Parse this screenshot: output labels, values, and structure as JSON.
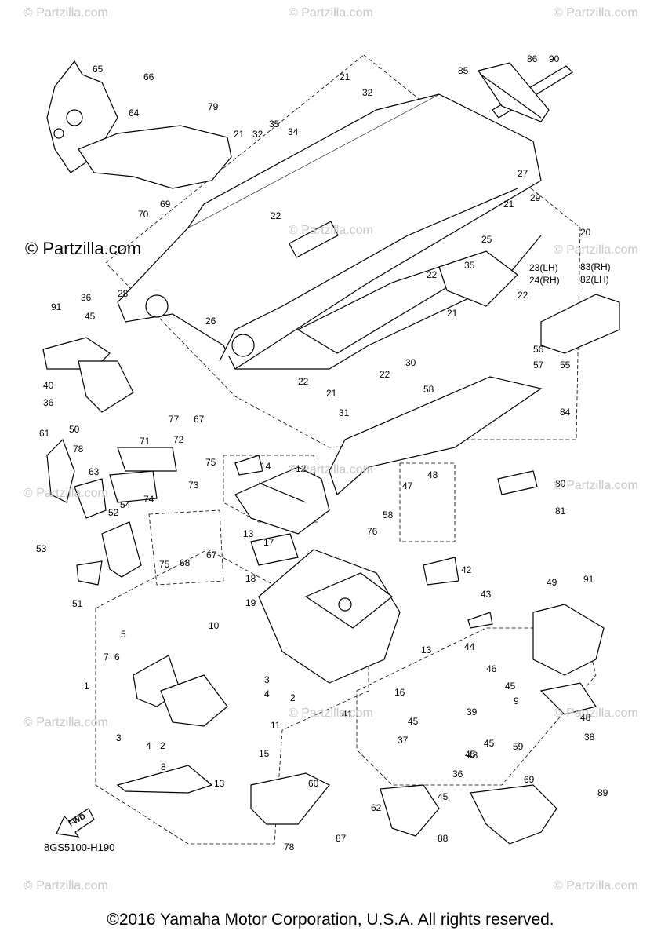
{
  "watermarks": [
    "© Partzilla.com",
    "© Partzilla.com",
    "© Partzilla.com",
    "© Partzilla.com",
    "© Partzilla.com",
    "© Partzilla.com",
    "© Partzilla.com",
    "© Partzilla.com",
    "© Partzilla.com",
    "© Partzilla.com",
    "© Partzilla.com",
    "© Partzilla.com",
    "© Partzilla.com"
  ],
  "brand": "© Partzilla.com",
  "diagram_code": "8GS5100-H190",
  "fwd_label": "FWD",
  "copyright": "©2016 Yamaha Motor Corporation, U.S.A. All rights reserved.",
  "callouts": [
    "65",
    "66",
    "79",
    "21",
    "32",
    "86",
    "90",
    "85",
    "64",
    "21",
    "32",
    "35",
    "34",
    "70",
    "69",
    "22",
    "27",
    "21",
    "29",
    "20",
    "25",
    "22",
    "35",
    "23(LH)",
    "24(RH)",
    "83(RH)",
    "82(LH)",
    "36",
    "45",
    "28",
    "26",
    "91",
    "21",
    "22",
    "40",
    "36",
    "56",
    "57",
    "55",
    "58",
    "30",
    "22",
    "21",
    "22",
    "31",
    "77",
    "67",
    "50",
    "84",
    "61",
    "71",
    "72",
    "78",
    "63",
    "74",
    "73",
    "75",
    "14",
    "12",
    "48",
    "47",
    "80",
    "81",
    "54",
    "58",
    "52",
    "76",
    "53",
    "13",
    "17",
    "42",
    "75",
    "68",
    "67",
    "51",
    "18",
    "19",
    "49",
    "91",
    "43",
    "10",
    "5",
    "7",
    "6",
    "1",
    "3",
    "4",
    "2",
    "11",
    "13",
    "16",
    "44",
    "46",
    "45",
    "39",
    "9",
    "3",
    "4",
    "2",
    "8",
    "15",
    "13",
    "41",
    "45",
    "48",
    "48",
    "38",
    "37",
    "45",
    "45",
    "36",
    "45",
    "59",
    "89",
    "69",
    "60",
    "62",
    "87",
    "78",
    "88"
  ]
}
